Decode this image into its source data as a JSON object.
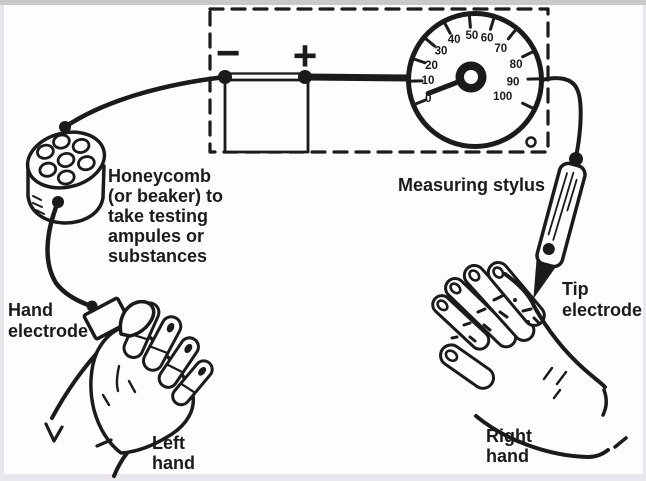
{
  "diagram": {
    "description": "Hand-drawn circuit diagram of a point-probe measurement device",
    "colors": {
      "ink": "#1b1b1b",
      "paper": "#fdfcfe",
      "frame": "#e9e7ec",
      "top_band": "#c9c8cb"
    },
    "battery": {
      "negative_symbol": "−",
      "positive_symbol": "+"
    },
    "meter": {
      "scale_values": [
        "0",
        "10",
        "20",
        "30",
        "40",
        "50",
        "60",
        "70",
        "80",
        "90",
        "100"
      ],
      "needle_points_to": "0",
      "needle_angle_deg": 201
    },
    "labels": {
      "honeycomb": [
        "Honeycomb",
        "(or beaker) to",
        "take testing",
        "ampules or",
        "substances"
      ],
      "measuring_stylus": "Measuring stylus",
      "tip_electrode": [
        "Tip",
        "electrode"
      ],
      "hand_electrode": [
        "Hand",
        "electrode"
      ],
      "left_hand": [
        "Left",
        "hand"
      ],
      "right_hand": [
        "Right",
        "hand"
      ]
    }
  }
}
